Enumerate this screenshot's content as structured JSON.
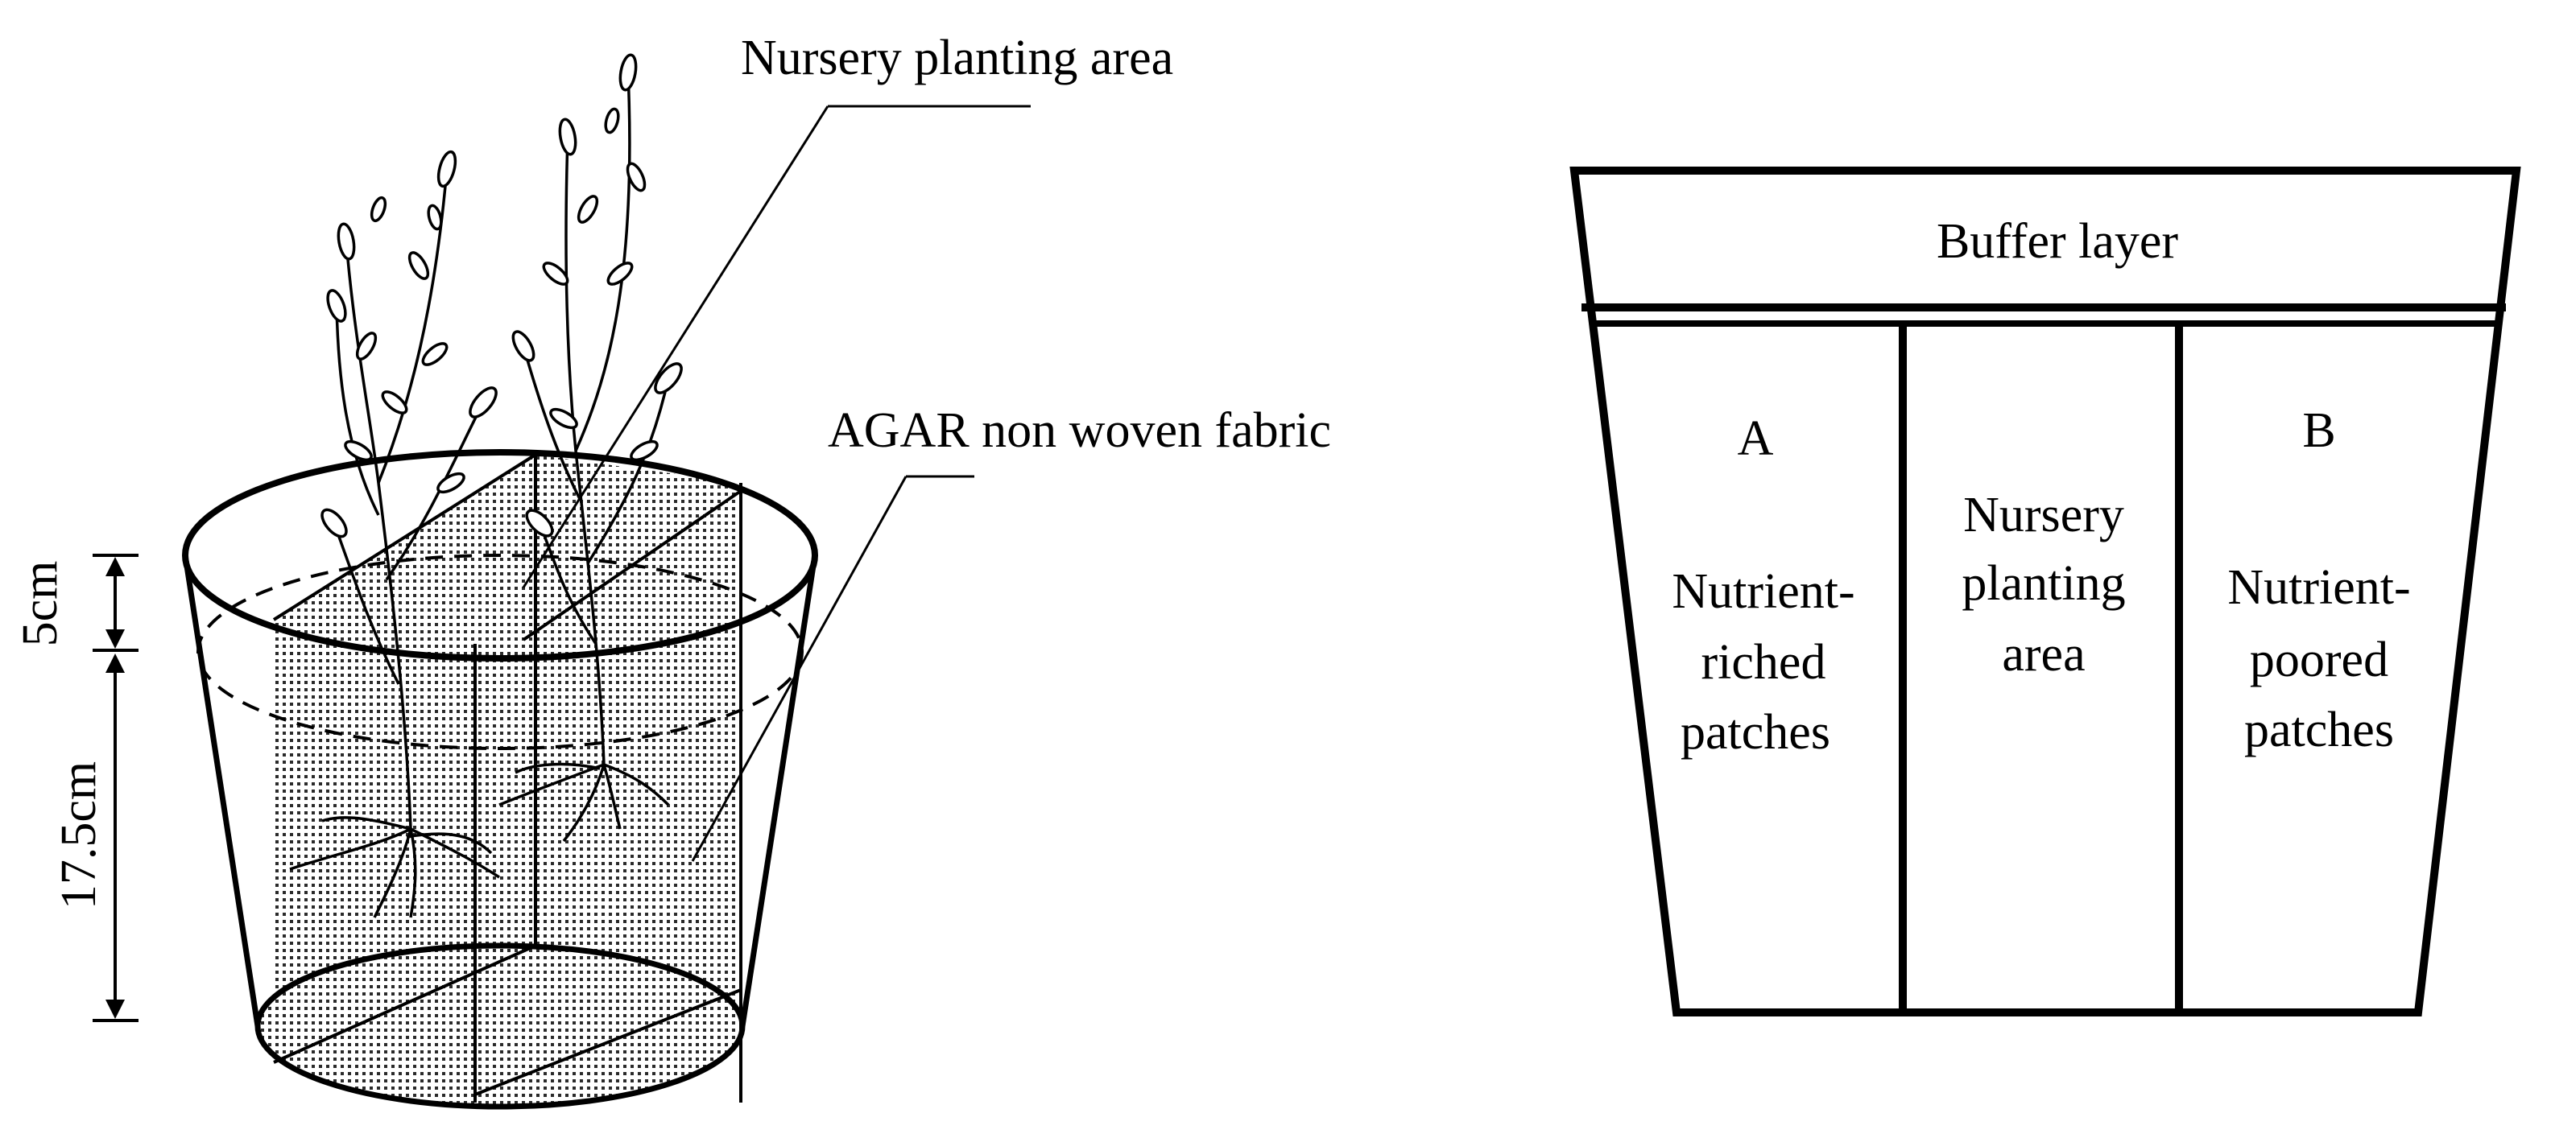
{
  "left_diagram": {
    "callout_nursery": "Nursery planting area",
    "callout_agar": "AGAR non woven fabric",
    "dim_top": "5cm",
    "dim_bottom": "17.5cm"
  },
  "right_diagram": {
    "buffer": "Buffer layer",
    "zone_a_letter": "A",
    "zone_a_lines": [
      "Nutrient-",
      "riched",
      "patches"
    ],
    "zone_mid_lines": [
      "Nursery",
      "planting",
      "area"
    ],
    "zone_b_letter": "B",
    "zone_b_lines": [
      "Nutrient-",
      "poored",
      "patches"
    ]
  },
  "colors": {
    "ink": "#000000",
    "background": "#ffffff"
  }
}
